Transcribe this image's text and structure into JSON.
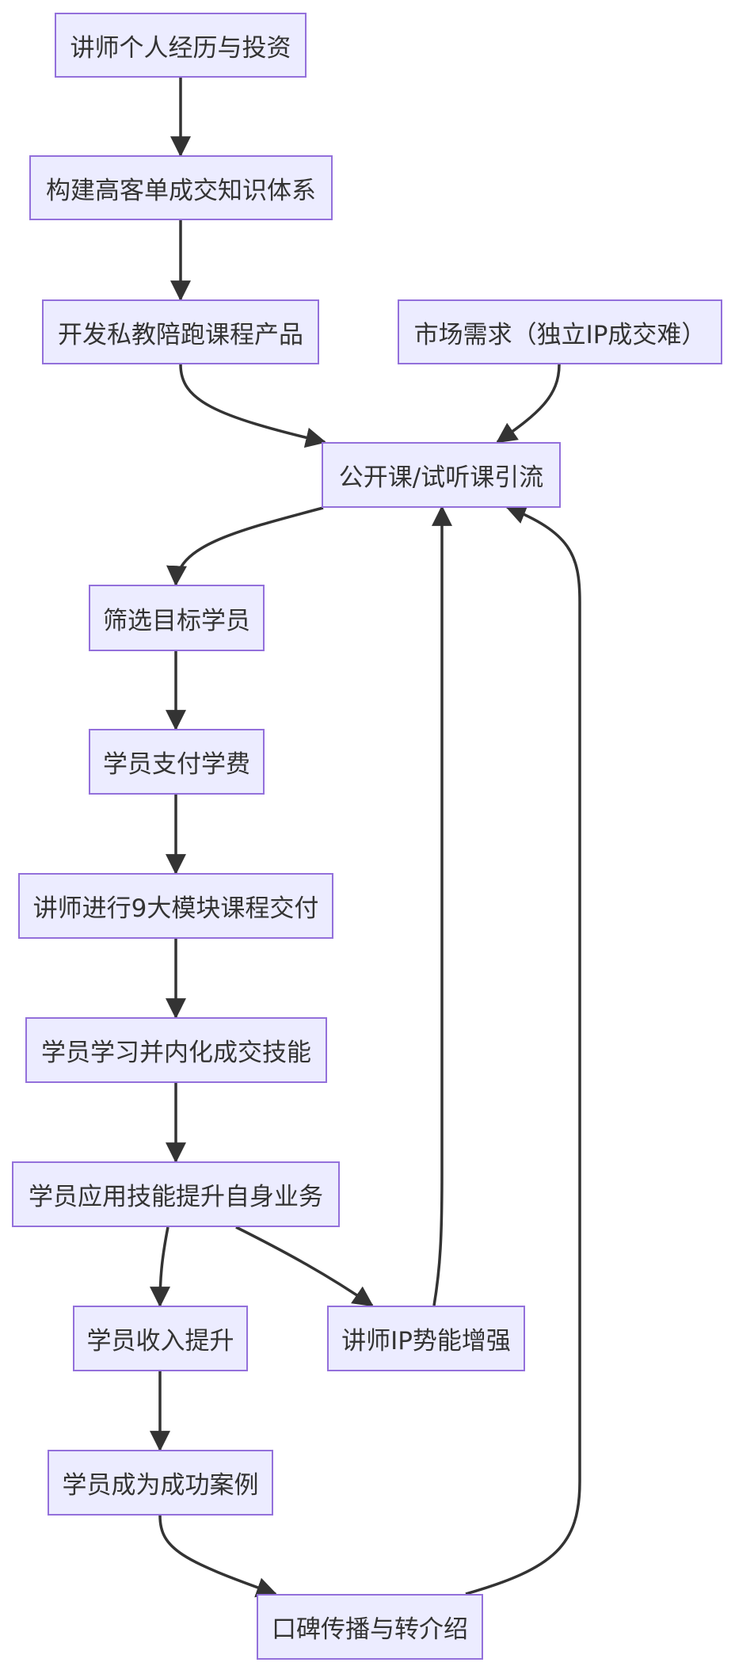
{
  "diagram": {
    "colors": {
      "node_fill": "#ececff",
      "node_border": "#9370db",
      "edge": "#333333",
      "text": "#333333"
    },
    "nodes": {
      "a": "讲师个人经历与投资",
      "b": "构建高客单成交知识体系",
      "c": "开发私教陪跑课程产品",
      "d": "市场需求（独立IP成交难）",
      "e": "公开课/试听课引流",
      "f": "筛选目标学员",
      "g": "学员支付学费",
      "h": "讲师进行9大模块课程交付",
      "i": "学员学习并内化成交技能",
      "j": "学员应用技能提升自身业务",
      "k": "学员收入提升",
      "l": "讲师IP势能增强",
      "m": "学员成为成功案例",
      "n": "口碑传播与转介绍"
    },
    "edges": [
      {
        "from": "a",
        "to": "b"
      },
      {
        "from": "b",
        "to": "c"
      },
      {
        "from": "c",
        "to": "e"
      },
      {
        "from": "d",
        "to": "e"
      },
      {
        "from": "e",
        "to": "f"
      },
      {
        "from": "f",
        "to": "g"
      },
      {
        "from": "g",
        "to": "h"
      },
      {
        "from": "h",
        "to": "i"
      },
      {
        "from": "i",
        "to": "j"
      },
      {
        "from": "j",
        "to": "k"
      },
      {
        "from": "j",
        "to": "l"
      },
      {
        "from": "l",
        "to": "e"
      },
      {
        "from": "k",
        "to": "m"
      },
      {
        "from": "m",
        "to": "n"
      },
      {
        "from": "n",
        "to": "e"
      }
    ]
  }
}
